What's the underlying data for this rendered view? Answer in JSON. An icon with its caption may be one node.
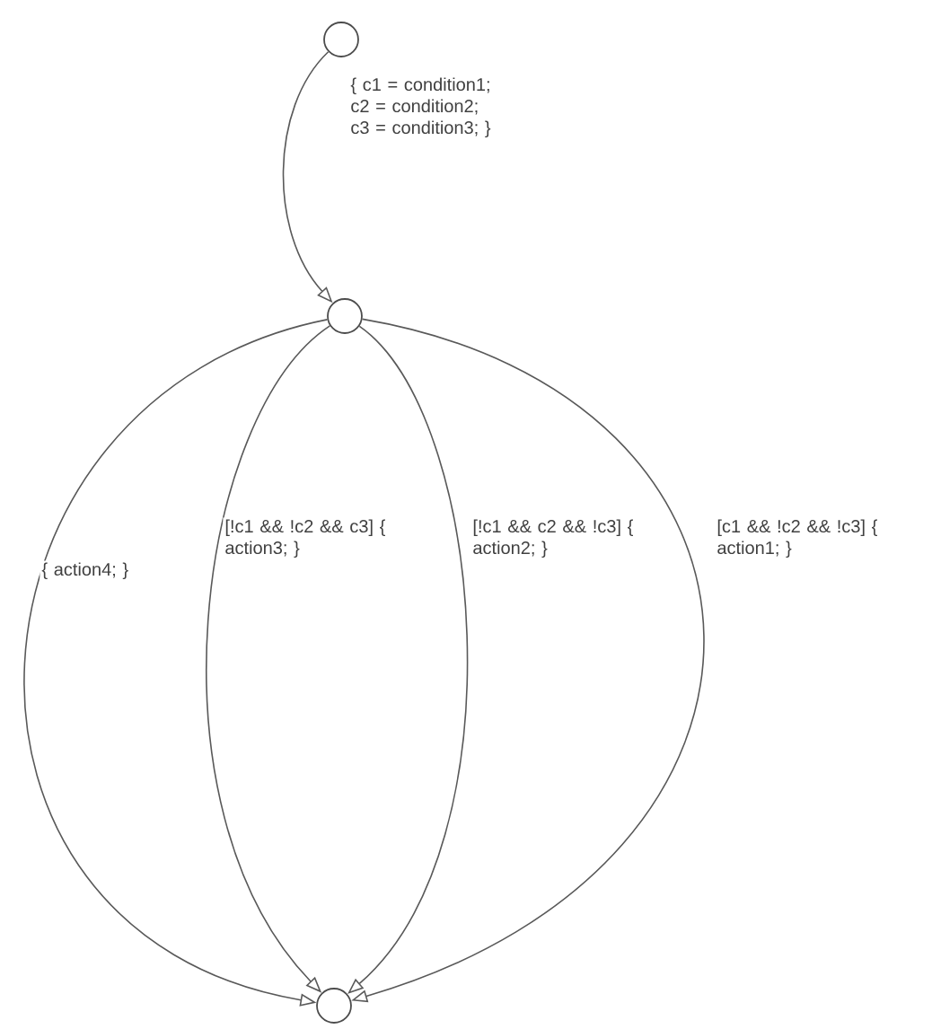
{
  "diagram": {
    "nodes": [
      {
        "text": [],
        "shape": "circle"
      },
      {
        "text": [],
        "shape": "circle"
      },
      {
        "text": [],
        "shape": "circle"
      }
    ],
    "edges": [
      {
        "from": 0,
        "to": 1,
        "arrow": "to",
        "label": "{ c1 = condition1; c2 = condition2; c3 = condition3; }"
      },
      {
        "from": 1,
        "to": 2,
        "arrow": "to",
        "label": "{ action4; }"
      },
      {
        "from": 1,
        "to": 2,
        "arrow": "to",
        "label": "[!c1 && !c2 && c3] { action3; }"
      },
      {
        "from": 1,
        "to": 2,
        "arrow": "to",
        "label": "[!c1 && c2 && !c3] { action2; }"
      },
      {
        "from": 1,
        "to": 2,
        "arrow": "to",
        "label": "[c1 && !c2 && !c3] { action1; }"
      }
    ]
  }
}
